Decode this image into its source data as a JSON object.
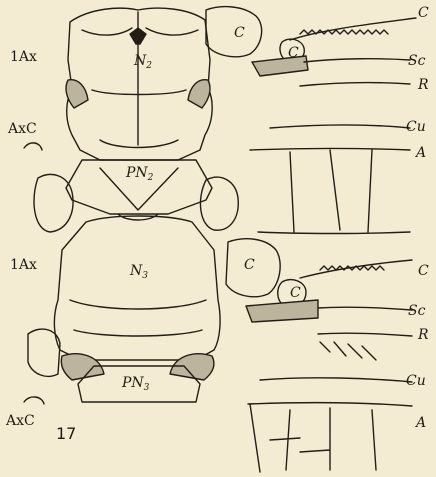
{
  "figure_number": "17",
  "labels": {
    "ax1_upper": "1Ax",
    "n2_main": "N",
    "n2_sub": "2",
    "axc_upper": "AxC",
    "pn2_main": "PN",
    "pn2_sub": "2",
    "ax1_lower": "1Ax",
    "n3_main": "N",
    "n3_sub": "3",
    "axc_lower": "AxC",
    "pn3_main": "PN",
    "pn3_sub": "3",
    "c_fore_1": "C",
    "c_fore_2": "C",
    "c_hind_1": "C",
    "c_hind_2": "C"
  },
  "fore_wing_veins": [
    "C",
    "Sc",
    "R",
    "Cu",
    "A"
  ],
  "hind_wing_veins": [
    "C",
    "Sc",
    "R",
    "Cu",
    "A"
  ]
}
